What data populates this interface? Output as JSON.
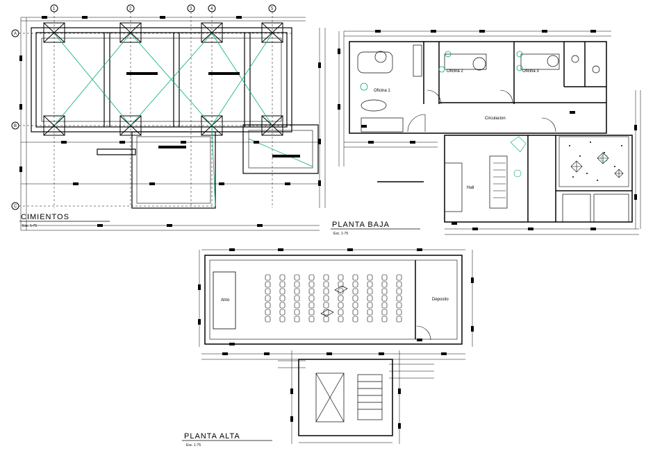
{
  "drawings": {
    "cimientos": {
      "title": "CIMIENTOS",
      "scale": "Esc. 1-75"
    },
    "planta_baja": {
      "title": "PLANTA BAJA",
      "scale": "Esc. 1-75"
    },
    "planta_alta": {
      "title": "PLANTA ALTA",
      "scale": "Esc. 1-75"
    }
  },
  "rooms": {
    "oficina_1": "Oficina 1",
    "oficina_2": "Oficina 2",
    "oficina_3": "Oficina 3",
    "circulacion": "Circulacion",
    "hall": "Hall",
    "atrio": "Atrio",
    "deposito": "Deposito"
  },
  "axes": {
    "columns": [
      "1",
      "2",
      "3",
      "4",
      "5"
    ],
    "rows": [
      "A",
      "B",
      "C"
    ]
  },
  "colors": {
    "line": "#000000",
    "accent": "#00aa77",
    "background": "#ffffff"
  }
}
